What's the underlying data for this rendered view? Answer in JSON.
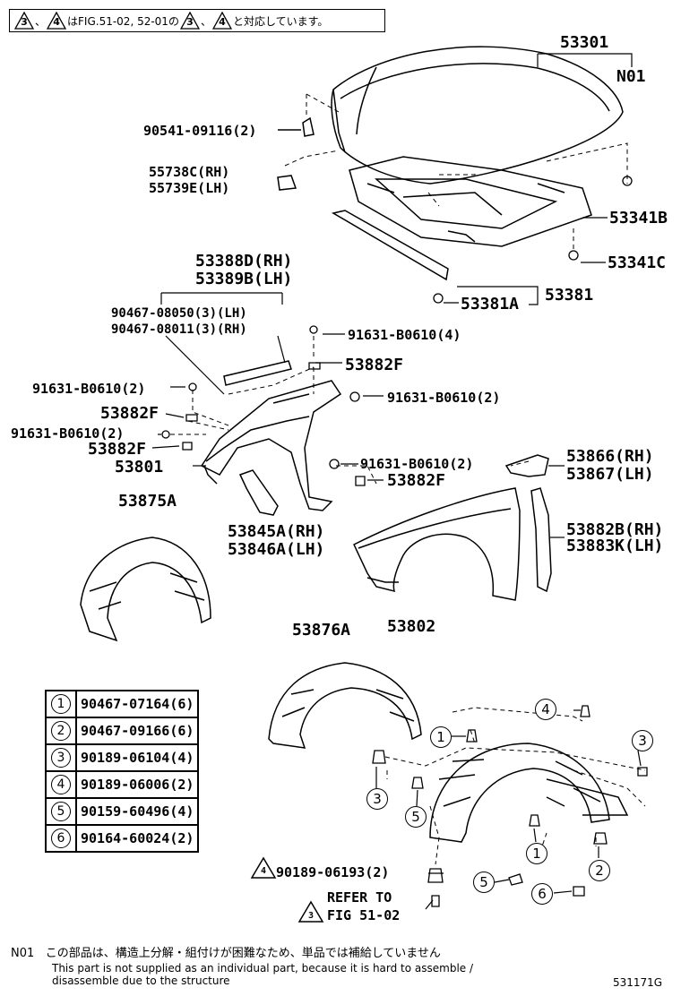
{
  "header_note": {
    "ref3": "3",
    "sep1": "、",
    "ref4": "4",
    "text_mid": "はFIG.51-02, 52-01の",
    "ref3b": "3",
    "sep2": "、",
    "ref4b": "4",
    "text_end": "と対応しています。"
  },
  "labels": {
    "p53301": "53301",
    "n01": "N01",
    "p90541": "90541-09116(2)",
    "p55738c": "55738C(RH)",
    "p55739e": "55739E(LH)",
    "p53341b": "53341B",
    "p53341c": "53341C",
    "p53381a": "53381A",
    "p53381": "53381",
    "p53388d": "53388D(RH)",
    "p53389b": "53389B(LH)",
    "p90467a": "90467-08050(3)(LH)",
    "p90467b": "90467-08011(3)(RH)",
    "p91631_4": "91631-B0610(4)",
    "p53882f_1": "53882F",
    "p91631_2a": "91631-B0610(2)",
    "p91631_2b": "91631-B0610(2)",
    "p53882f_2": "53882F",
    "p91631_2c": "91631-B0610(2)",
    "p53882f_3": "53882F",
    "p53801": "53801",
    "p91631_2d": "91631-B0610(2)",
    "p53882f_4": "53882F",
    "p53866": "53866(RH)",
    "p53867": "53867(LH)",
    "p53875a": "53875A",
    "p53845a": "53845A(RH)",
    "p53846a": "53846A(LH)",
    "p53882b": "53882B(RH)",
    "p53883k": "53883K(LH)",
    "p53876a": "53876A",
    "p53802": "53802",
    "p90189_tri": "90189-06193(2)",
    "refer1": "REFER TO",
    "refer2": "FIG 51-02",
    "tri4": "4",
    "tri3": "3"
  },
  "legend": [
    {
      "num": "1",
      "part": "90467-07164(6)"
    },
    {
      "num": "2",
      "part": "90467-09166(6)"
    },
    {
      "num": "3",
      "part": "90189-06104(4)"
    },
    {
      "num": "4",
      "part": "90189-06006(2)"
    },
    {
      "num": "5",
      "part": "90159-60496(4)"
    },
    {
      "num": "6",
      "part": "90164-60024(2)"
    }
  ],
  "callouts": {
    "c4": "4",
    "c1a": "1",
    "c3a": "3",
    "c3b": "3",
    "c5a": "5",
    "c1b": "1",
    "c2": "2",
    "c5b": "5",
    "c6": "6"
  },
  "footer": {
    "code": "N01",
    "jp": "この部品は、構造上分解・組付けが困難なため、単品では補給していません",
    "en1": "This part is not supplied as an individual part, because it is hard to assemble /",
    "en2": "disassemble due to the structure",
    "fig_id": "531171G"
  }
}
